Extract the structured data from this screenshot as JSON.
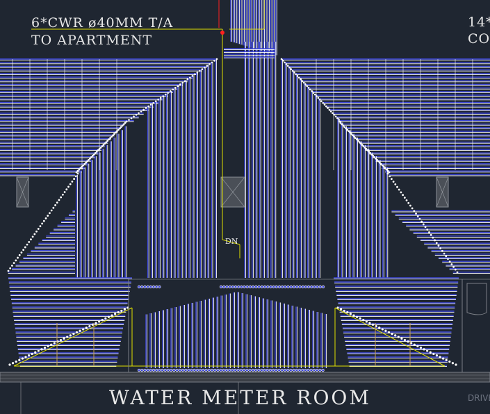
{
  "notes": {
    "left_line1": "6*CWR ø40MM T/A",
    "left_line2": "TO APARTMENT",
    "right_line1": "14*",
    "right_line2": "CO"
  },
  "labels": {
    "room_title": "WATER METER ROOM",
    "dn": "DN",
    "drive": "DRIVE"
  },
  "colors": {
    "background": "#1f2631",
    "pipe_blue": "#3d47d8",
    "pipe_white": "#ffffff",
    "leader_yellow": "#e0e000",
    "red": "#ff2020",
    "wall_gray": "#7b7f86",
    "meter_box": "#8a8f96"
  }
}
